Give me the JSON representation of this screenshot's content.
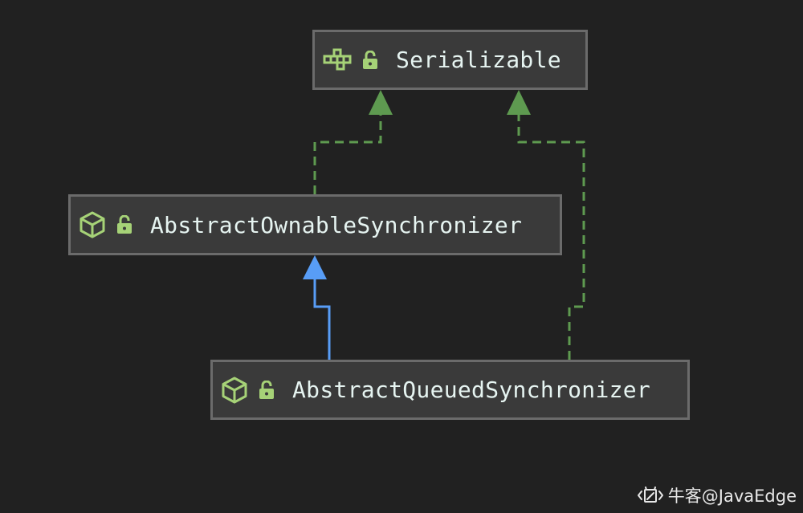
{
  "diagram": {
    "type": "uml-class-hierarchy",
    "background": "#212121",
    "nodes": [
      {
        "id": "serializable",
        "label": "Serializable",
        "kind": "interface",
        "kind_icon": "interface-icon",
        "visibility_icon": "lock-open-icon"
      },
      {
        "id": "aos",
        "label": "AbstractOwnableSynchronizer",
        "kind": "abstract-class",
        "kind_icon": "abstract-class-cube-icon",
        "visibility_icon": "lock-open-icon"
      },
      {
        "id": "aqs",
        "label": "AbstractQueuedSynchronizer",
        "kind": "abstract-class",
        "kind_icon": "abstract-class-cube-icon",
        "visibility_icon": "lock-open-icon"
      }
    ],
    "edges": [
      {
        "from": "aos",
        "to": "serializable",
        "relation": "implements",
        "style": "dashed",
        "color": "#5e9a50"
      },
      {
        "from": "aqs",
        "to": "serializable",
        "relation": "implements",
        "style": "dashed",
        "color": "#5e9a50"
      },
      {
        "from": "aqs",
        "to": "aos",
        "relation": "extends",
        "style": "solid",
        "color": "#589df6"
      }
    ],
    "colors": {
      "node_fill": "#3a3a3a",
      "node_border": "#6b6b6b",
      "label_text": "#e6f4f1",
      "icon_green": "#a6d277",
      "implements_green": "#5e9a50",
      "extends_blue": "#589df6"
    }
  },
  "watermark": {
    "text": "牛客@JavaEdge",
    "icon": "code-editor-icon"
  }
}
